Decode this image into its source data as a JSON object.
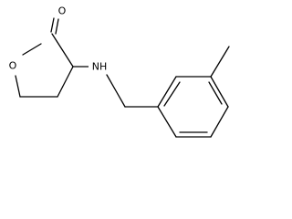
{
  "molecule": {
    "atoms": {
      "carbonyl_oxygen": "O",
      "ring_oxygen": "O",
      "amine": "NH"
    },
    "colors": {
      "bond": "#000000",
      "label": "#000000",
      "background": "#ffffff"
    }
  }
}
